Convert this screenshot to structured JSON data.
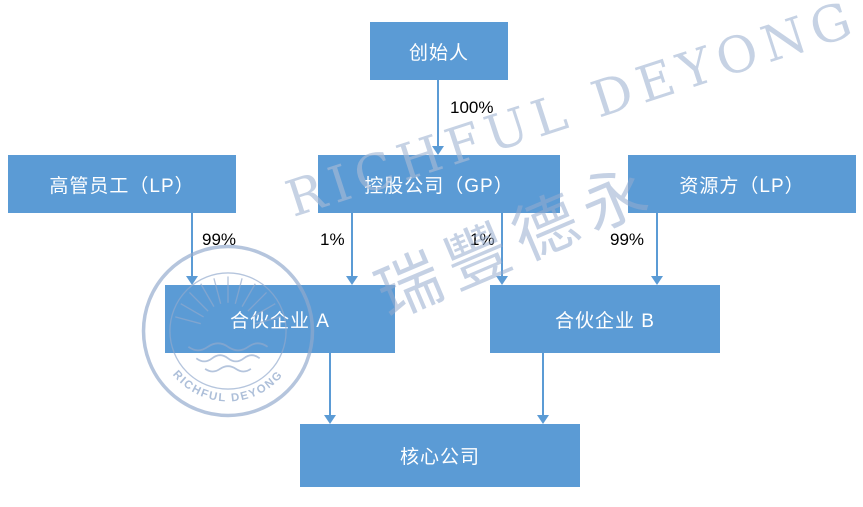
{
  "diagram": {
    "nodes": {
      "founder": "创始人",
      "executives_lp": "高管员工（LP）",
      "holding_gp": "控股公司（GP）",
      "resource_lp": "资源方（LP）",
      "partnership_a": "合伙企业 A",
      "partnership_b": "合伙企业 B",
      "core_company": "核心公司"
    },
    "edge_labels": {
      "founder_to_holding": "100%",
      "executives_to_a": "99%",
      "holding_to_a": "1%",
      "holding_to_b": "1%",
      "resource_to_b": "99%"
    }
  },
  "watermark": {
    "latin_text": "RICHFUL DEYONG",
    "chinese_text": "瑞豐德永",
    "seal_text": "RICHFUL DEYONG"
  },
  "colors": {
    "node_fill": "#5B9BD5",
    "node_text": "#FFFFFF",
    "arrow": "#5B9BD5",
    "edge_label_text": "#000000",
    "watermark": "#A8BAD6",
    "background": "#FFFFFF"
  }
}
